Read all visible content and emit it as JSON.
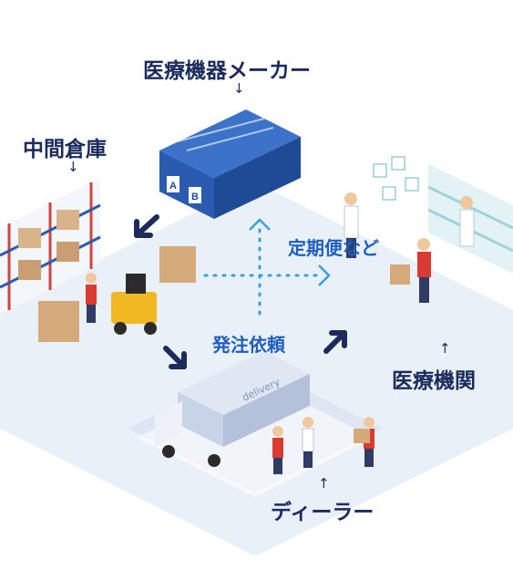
{
  "labels": {
    "manufacturer": "医療機器メーカー",
    "warehouse": "中間倉庫",
    "institution": "医療機関",
    "dealer": "ディーラー",
    "periodic": "定期便など",
    "order": "発注依頼"
  },
  "building_doors": [
    "A",
    "B"
  ],
  "truck_text": "delivery",
  "colors": {
    "label": "#1a2b5c",
    "accent_blue": "#1e5fbf",
    "ground": "#eaf0f8",
    "building": "#2a5bb0",
    "forklift": "#f2b824",
    "worker_red": "#d93a32"
  }
}
